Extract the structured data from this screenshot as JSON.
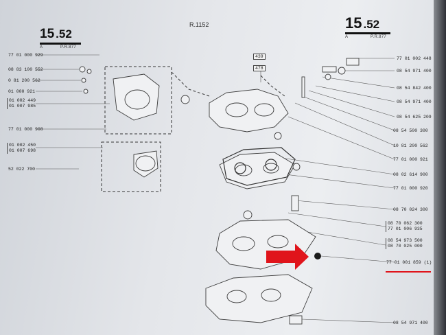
{
  "page_ref": "R.1152",
  "left_header": {
    "section": "15",
    "page": ".52",
    "sub_a": "A",
    "sub_b": "P.R.877"
  },
  "right_header": {
    "section": "15",
    "page": ".52",
    "sub_a": "A",
    "sub_b": "P.R.877"
  },
  "left_labels": [
    "77 01 000 929",
    "08 83 100 552",
    "0 81 200 562",
    "01 000 921",
    "01 002 449",
    "01 007 985",
    "77 01 000 908",
    "01 002 450",
    "01 007 698",
    "52 022 700"
  ],
  "center_boxes": [
    "439",
    "478"
  ],
  "right_labels": [
    "77 01 002 448",
    "08 54 971 400",
    "08 54 842 400",
    "08 54 971 400",
    "08 54 625 209",
    "08 54 500 300",
    "10 81 200 562",
    "77 01 000 921",
    "08 02 614 900",
    "77 01 000 920",
    "08 70 024 300",
    "08 70 062 300",
    "77 01 006 935",
    "08 54 973 500",
    "08 70 025 000",
    "77 01 001 859 (1)",
    "08 54 971 400"
  ],
  "annotation_color": "#e0141b"
}
